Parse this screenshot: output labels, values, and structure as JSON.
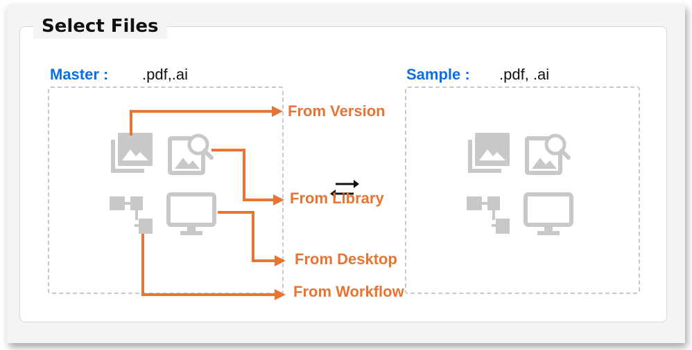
{
  "panel": {
    "title": "Select Files"
  },
  "master": {
    "label": "Master :",
    "formats": ".pdf,.ai"
  },
  "sample": {
    "label": "Sample :",
    "formats": ".pdf, .ai"
  },
  "callouts": {
    "version": "From Version",
    "library": "From Library",
    "desktop": "From Desktop",
    "workflow": "From Workflow"
  },
  "colors": {
    "label_blue": "#0a6fe0",
    "callout_orange": "#e87433",
    "icon_gray": "#c8c8c8"
  },
  "icons": [
    "gallery-icon",
    "image-search-icon",
    "workflow-icon",
    "desktop-monitor-icon",
    "swap-arrows-icon"
  ]
}
